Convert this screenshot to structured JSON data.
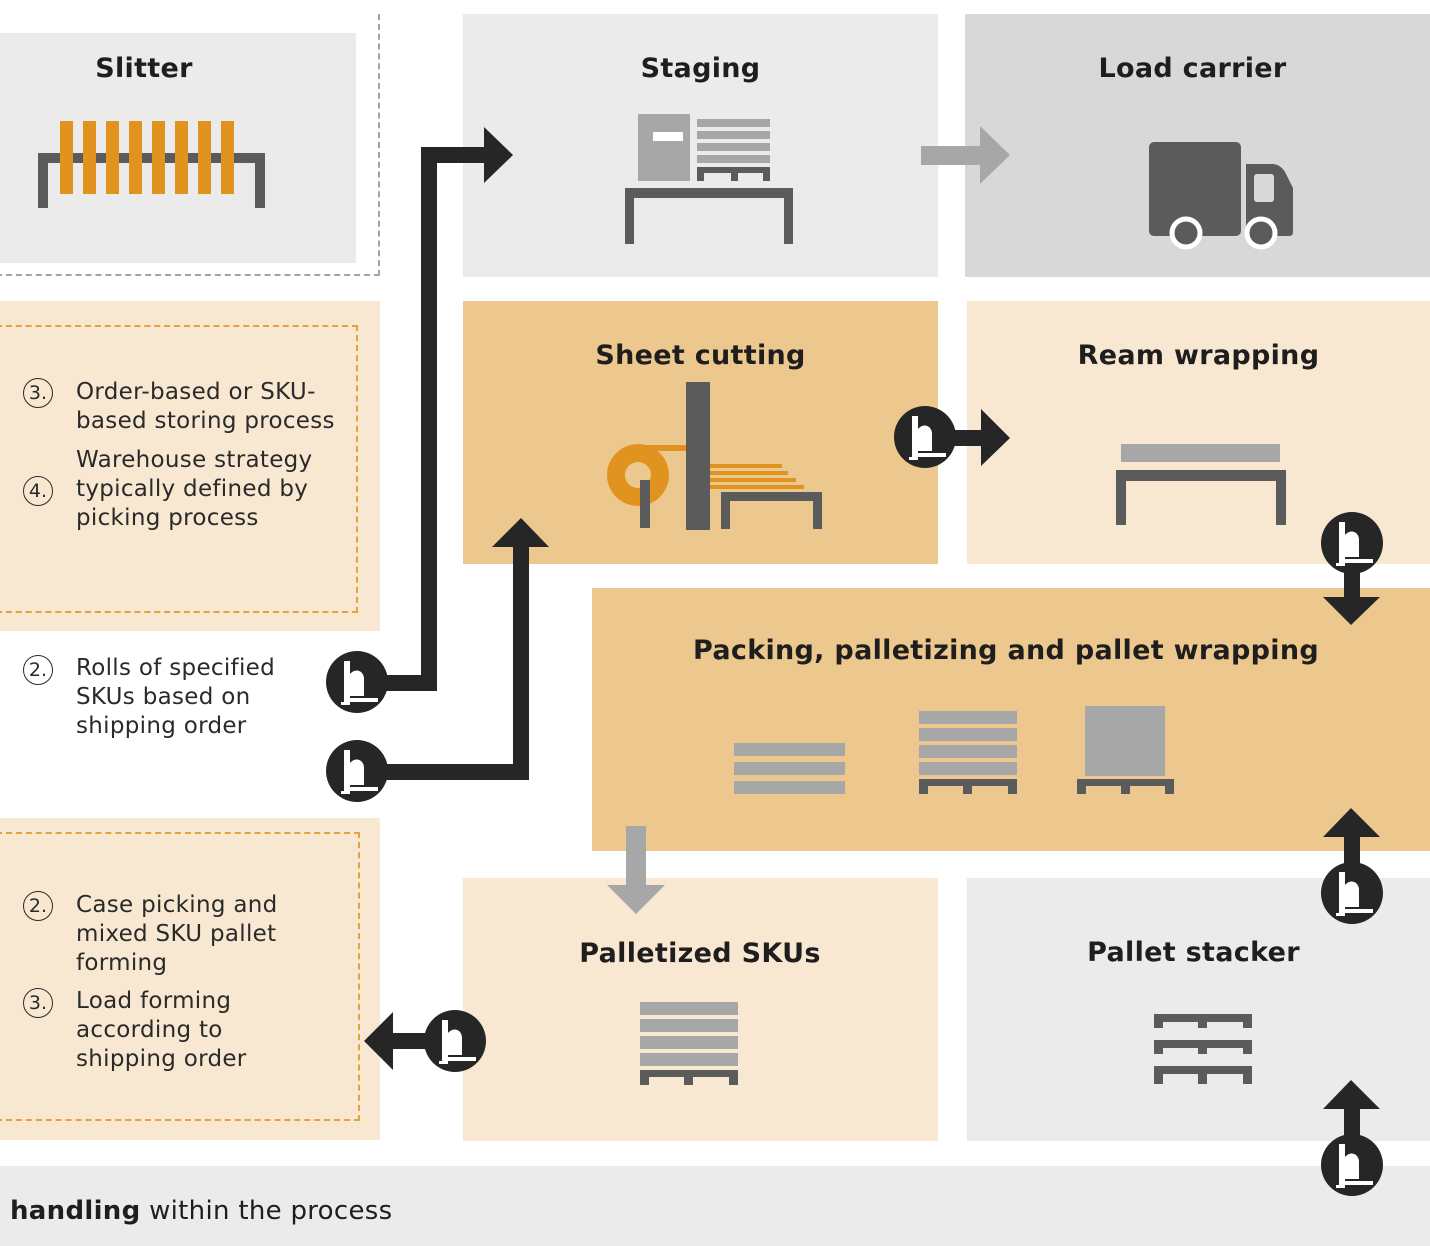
{
  "stations": {
    "slitter": "Slitter",
    "staging": "Staging",
    "load_carrier": "Load carrier",
    "sheet_cutting": "Sheet cutting",
    "ream_wrapping": "Ream wrapping",
    "packing": "Packing, palletizing and pallet wrapping",
    "palletized_skus": "Palletized SKUs",
    "pallet_stacker": "Pallet stacker"
  },
  "notes": {
    "storing": {
      "num": "3.",
      "text": "Order-based or SKU-based storing process"
    },
    "strategy": {
      "num": "4.",
      "text": "Warehouse strategy typically defined by picking process"
    },
    "rolls": {
      "num": "2.",
      "text": "Rolls of specified SKUs based on shipping order"
    },
    "case_picking": {
      "num": "2.",
      "text": "Case picking and mixed SKU pallet forming"
    },
    "load_forming": {
      "num": "3.",
      "text": "Load forming according to shipping order"
    }
  },
  "footer": {
    "bold": "handling",
    "rest": " within the process"
  },
  "colors": {
    "light_gray": "#ebebeb",
    "mid_gray": "#d8d8d8",
    "light_beige": "#f8e8d2",
    "mid_beige": "#edc88e",
    "orange": "#e0931f",
    "dark": "#262626",
    "icon_gray": "#5b5b5b",
    "arrow_gray": "#a7a7a7"
  },
  "icons": [
    "forklift-icon",
    "truck-icon",
    "pallet-icon",
    "paper-roll-icon",
    "ream-icon",
    "slitter-icon"
  ]
}
